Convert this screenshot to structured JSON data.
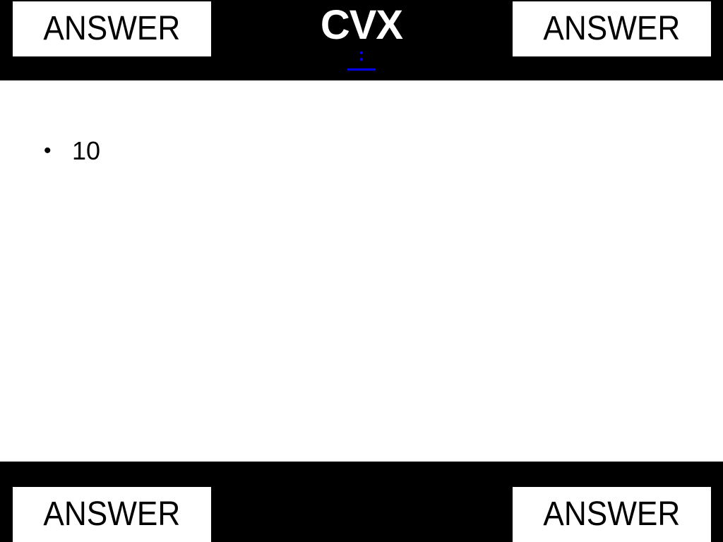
{
  "header": {
    "title": "CVX",
    "link_label": ":"
  },
  "answers": {
    "top_left": "ANSWER",
    "top_right": "ANSWER",
    "bottom_left": "ANSWER",
    "bottom_right": "ANSWER"
  },
  "content": {
    "bullets": [
      {
        "marker": "•",
        "text": "10"
      }
    ]
  },
  "colors": {
    "bar_background": "#000000",
    "answer_background": "#ffffff",
    "title_text": "#ffffff",
    "link": "#0000ff"
  }
}
